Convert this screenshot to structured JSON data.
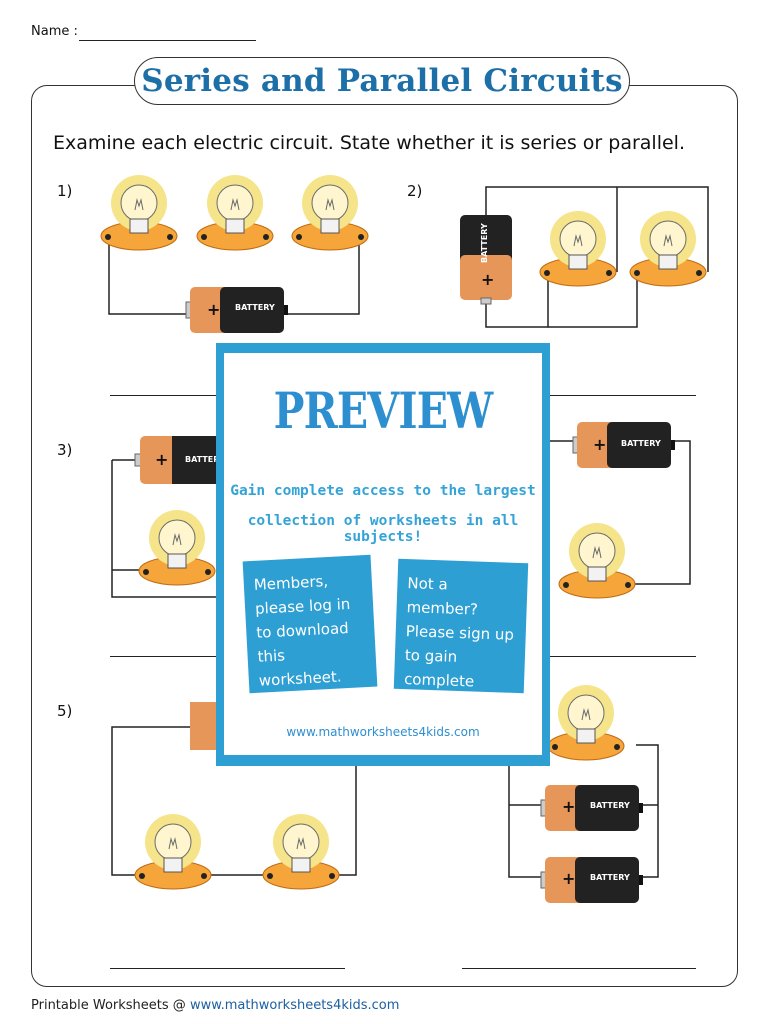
{
  "header": {
    "name_label": "Name :",
    "title": "Series and Parallel Circuits",
    "instructions": "Examine each electric circuit. State whether it is series or parallel."
  },
  "questions": [
    {
      "number": "1)"
    },
    {
      "number": "2)"
    },
    {
      "number": "3)"
    },
    {
      "number": "5)"
    }
  ],
  "battery_label": "BATTERY",
  "battery_plus": "+",
  "battery_minus": "−",
  "overlay": {
    "heading": "PREVIEW",
    "tagline_1": "Gain complete access to the largest",
    "tagline_2": "collection of worksheets in all subjects!",
    "members_text": "Members, please log in to download this worksheet.",
    "nonmember_text": "Not a member? Please sign up to gain complete access.",
    "site": "www.mathworksheets4kids.com",
    "accent_color": "#2e9fd3"
  },
  "footer": {
    "prefix": "Printable Worksheets @",
    "url": "www.mathworksheets4kids.com"
  },
  "colors": {
    "title": "#1d6fa8",
    "bulb_base": "#f5a53a",
    "bulb_glow": "#f6e48a",
    "battery_copper": "#e7965a",
    "battery_black": "#222222"
  }
}
